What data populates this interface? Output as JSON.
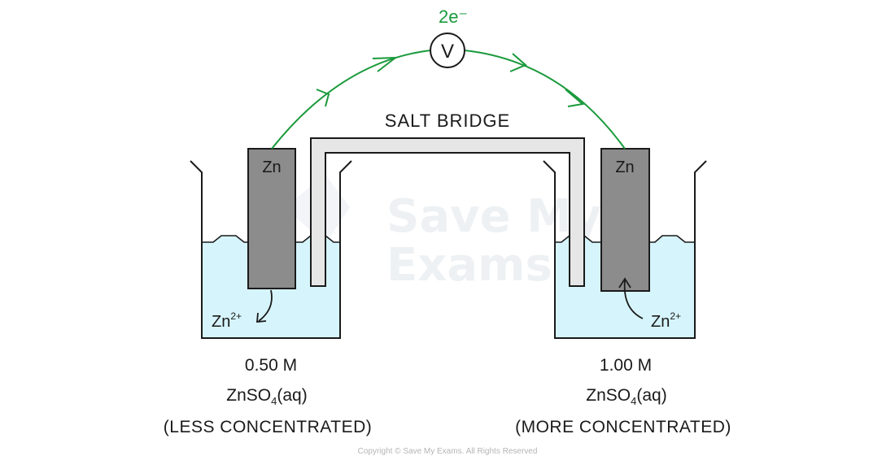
{
  "diagram": {
    "electron_label": "2e⁻",
    "voltmeter_symbol": "V",
    "salt_bridge_label": "SALT BRIDGE",
    "left_cell": {
      "electrode": "Zn",
      "ion": "Zn",
      "ion_charge": "2+",
      "concentration": "0.50 M",
      "solution": "ZnSO",
      "solution_sub": "4",
      "solution_state": "(aq)",
      "note": "(LESS  CONCENTRATED)"
    },
    "right_cell": {
      "electrode": "Zn",
      "ion": "Zn",
      "ion_charge": "2+",
      "concentration": "1.00 M",
      "solution": "ZnSO",
      "solution_sub": "4",
      "solution_state": "(aq)",
      "note": "(MORE  CONCENTRATED)"
    },
    "colors": {
      "solution": "#d6f4fb",
      "electrode": "#8c8c8c",
      "salt_bridge": "#e6e6e6",
      "wire": "#1a9a3c"
    }
  },
  "watermark": {
    "line1": "Save My",
    "line2": "Exams"
  },
  "copyright": "Copyright © Save My Exams. All Rights Reserved"
}
